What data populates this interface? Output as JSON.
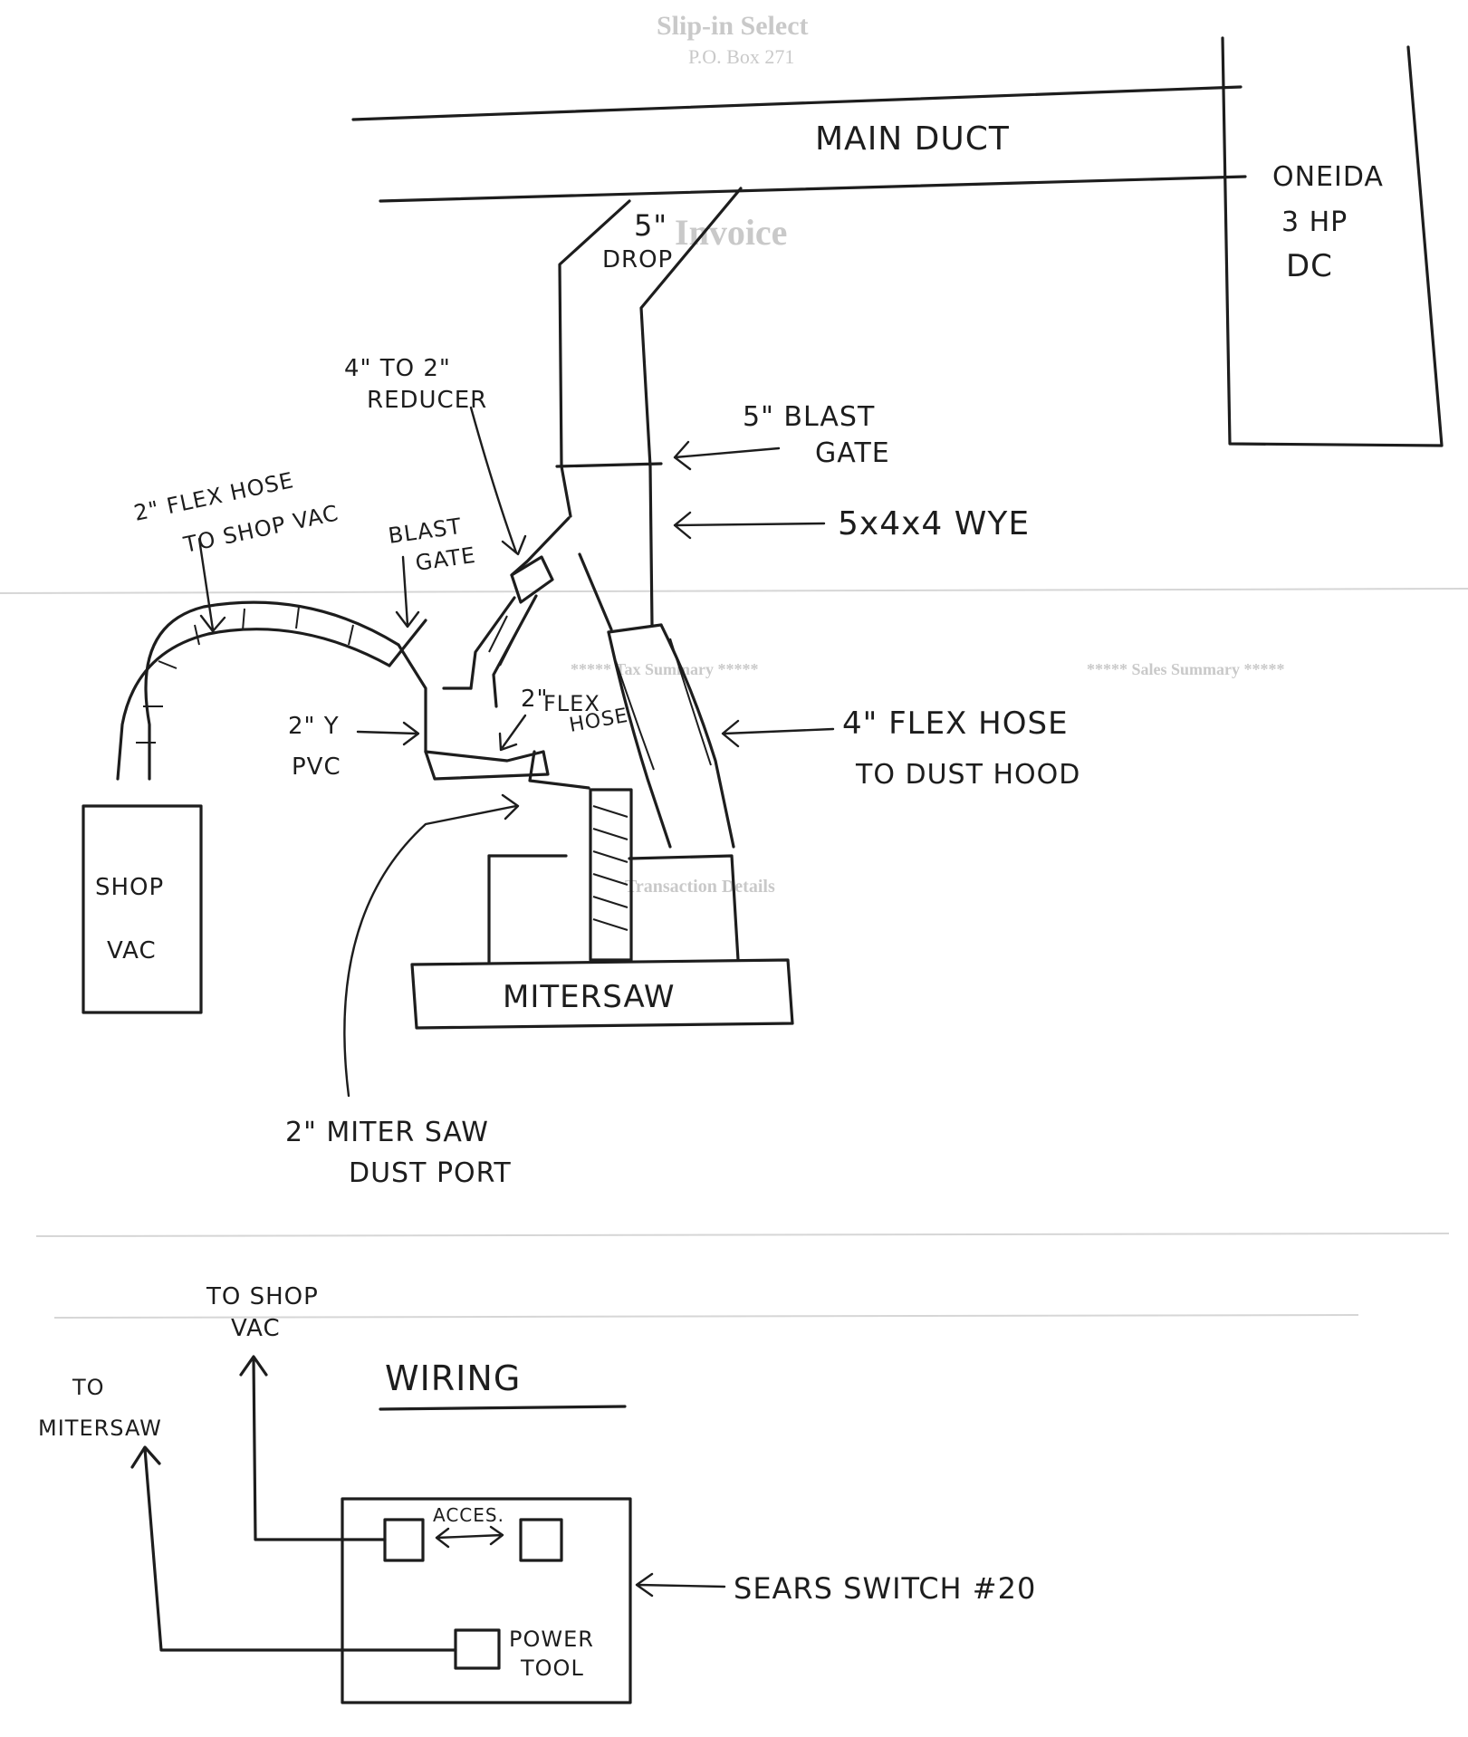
{
  "background_invoice": {
    "company": "Slip-in Select",
    "po_box": "P.O. Box 271",
    "title": "Invoice",
    "sales_summary": "***** Sales Summary *****",
    "tax_summary": "***** Tax Summary *****",
    "transaction_details": "Transaction Details"
  },
  "labels": {
    "main_duct": "MAIN DUCT",
    "collector": [
      "ONEIDA",
      "3 HP",
      "DC"
    ],
    "drop_5": "5\"",
    "drop_word": "DROP",
    "reducer": [
      "4\" TO 2\"",
      "REDUCER"
    ],
    "blast_gate_5": [
      "5\" BLAST",
      "GATE"
    ],
    "wye": "5x4x4 WYE",
    "flex_hose_2": [
      "2\" FLEX HOSE",
      "TO SHOP VAC"
    ],
    "blast_gate": [
      "BLAST",
      "GATE"
    ],
    "pvc_y": [
      "2\" Y",
      "PVC"
    ],
    "flex_2": [
      "2\"",
      "FLEX",
      "HOSE"
    ],
    "flex_hose_4": [
      "4\" FLEX HOSE",
      "TO DUST HOOD"
    ],
    "shop_vac": [
      "SHOP",
      "VAC"
    ],
    "miter_saw": "MITERSAW",
    "dust_port": [
      "2\" MITER SAW",
      "DUST PORT"
    ]
  },
  "wiring": {
    "title": "WIRING",
    "to_shop_vac": [
      "TO SHOP",
      "VAC"
    ],
    "to_miter_saw": [
      "TO",
      "MITERSAW"
    ],
    "acces": "ACCES.",
    "power_tool": [
      "POWER",
      "TOOL"
    ],
    "switch_label": "SEARS SWITCH #20"
  }
}
